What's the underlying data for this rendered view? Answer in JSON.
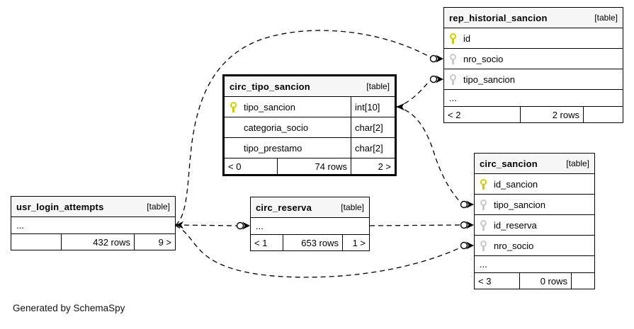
{
  "note": "Generated by SchemaSpy",
  "colors": {
    "primary_key": "#cccc00",
    "foreign_key": "#c9c9c9",
    "relationship_line": "#000000",
    "header_bg": "#f6f6f6"
  },
  "tables": {
    "usr_login_attempts": {
      "title": "usr_login_attempts",
      "tag": "[table]",
      "ellipsis": "...",
      "footer": {
        "left": "",
        "center": "432 rows",
        "right": "9 >"
      }
    },
    "circ_reserva": {
      "title": "circ_reserva",
      "tag": "[table]",
      "ellipsis": "...",
      "footer": {
        "left": "< 1",
        "center": "653 rows",
        "right": "1 >"
      }
    },
    "circ_tipo_sancion": {
      "title": "circ_tipo_sancion",
      "tag": "[table]",
      "columns": [
        {
          "name": "tipo_sancion",
          "type": "int[10]",
          "key": "primary"
        },
        {
          "name": "categoria_socio",
          "type": "char[2]",
          "key": ""
        },
        {
          "name": "tipo_prestamo",
          "type": "char[2]",
          "key": ""
        }
      ],
      "footer": {
        "left": "< 0",
        "center": "74 rows",
        "right": "2 >"
      }
    },
    "rep_historial_sancion": {
      "title": "rep_historial_sancion",
      "tag": "[table]",
      "columns": [
        {
          "name": "id",
          "key": "primary"
        },
        {
          "name": "nro_socio",
          "key": "foreign"
        },
        {
          "name": "tipo_sancion",
          "key": "foreign"
        }
      ],
      "ellipsis": "...",
      "footer": {
        "left": "< 2",
        "center": "2 rows",
        "right": ""
      }
    },
    "circ_sancion": {
      "title": "circ_sancion",
      "tag": "[table]",
      "columns": [
        {
          "name": "id_sancion",
          "key": "primary"
        },
        {
          "name": "tipo_sancion",
          "key": "foreign"
        },
        {
          "name": "id_reserva",
          "key": "foreign"
        },
        {
          "name": "nro_socio",
          "key": "foreign"
        }
      ],
      "ellipsis": "...",
      "footer": {
        "left": "< 3",
        "center": "0 rows",
        "right": ""
      }
    }
  },
  "relationships": [
    {
      "from": "usr_login_attempts",
      "to": "rep_historial_sancion.nro_socio"
    },
    {
      "from": "circ_tipo_sancion.tipo_sancion",
      "to": "rep_historial_sancion.tipo_sancion"
    },
    {
      "from": "circ_tipo_sancion.tipo_sancion",
      "to": "circ_sancion.tipo_sancion"
    },
    {
      "from": "usr_login_attempts",
      "to": "circ_reserva"
    },
    {
      "from": "circ_reserva",
      "to": "circ_sancion.id_reserva"
    },
    {
      "from": "usr_login_attempts",
      "to": "circ_sancion.nro_socio"
    }
  ]
}
